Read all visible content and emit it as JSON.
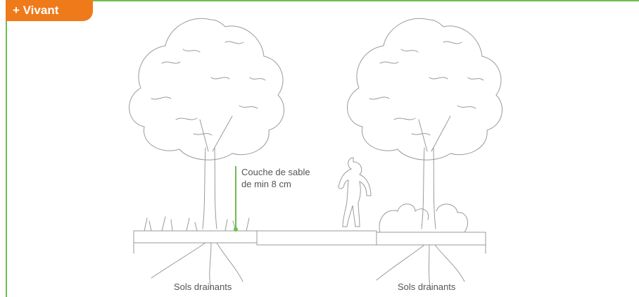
{
  "header": {
    "tag_label": "+ Vivant"
  },
  "diagram": {
    "annotation_line1": "Couche de sable",
    "annotation_line2": "de min 8 cm",
    "caption_left": "Sols drainants",
    "caption_right": "Sols drainants"
  },
  "colors": {
    "accent_green": "#6cbf4e",
    "tag_orange": "#ef7a1a",
    "sketch_gray": "#9a9a9a"
  }
}
